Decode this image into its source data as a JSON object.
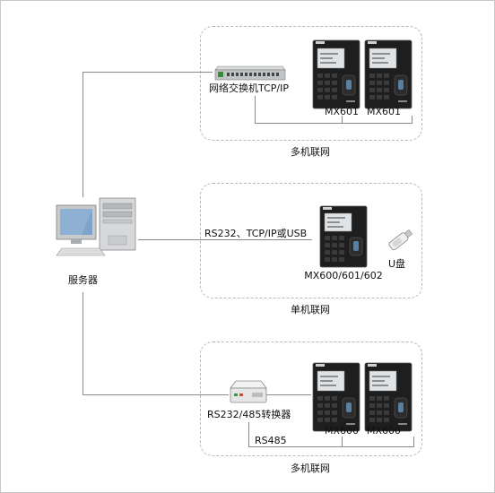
{
  "server": {
    "label": "服务器"
  },
  "groups": [
    {
      "caption": "多机联网",
      "connector_label": "网络交换机TCP/IP",
      "devices": [
        "MX601",
        "MX601"
      ]
    },
    {
      "caption": "单机联网",
      "link_label": "RS232、TCP/IP或USB",
      "devices": [
        "MX600/601/602"
      ],
      "usb_label": "U盘"
    },
    {
      "caption": "多机联网",
      "connector_label": "RS232/485转换器",
      "bus_label": "RS485",
      "devices": [
        "MX600",
        "MX600"
      ]
    }
  ],
  "colors": {
    "terminal_body": "#1e1e1e",
    "screen": "#dfe3e6",
    "keypad": "#2f2f2f",
    "line": "#8a8a8a",
    "zone_border": "#b8b8b8"
  }
}
